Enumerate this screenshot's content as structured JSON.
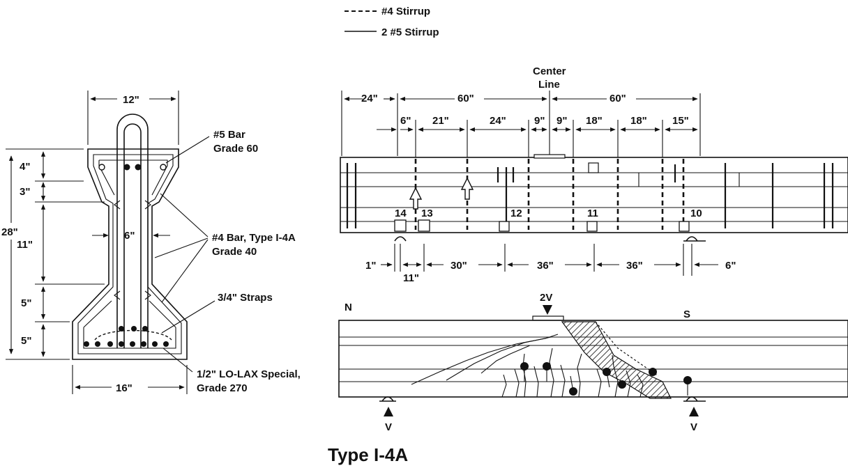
{
  "legend": {
    "dashed": "#4 Stirrup",
    "solid": "2 #5 Stirrup"
  },
  "section": {
    "top_width": "12\"",
    "bottom_width": "16\"",
    "overall_height": "28\"",
    "layer_1": "4\"",
    "layer_2": "3\"",
    "layer_3": "11\"",
    "layer_4": "5\"",
    "layer_5": "5\"",
    "web_width": "6\"",
    "note_bar5_line1": "#5 Bar",
    "note_bar5_line2": "Grade 60",
    "note_bar4_line1": "#4 Bar, Type I-4A",
    "note_bar4_line2": "Grade 40",
    "note_straps": "3/4\" Straps",
    "note_strand_line1": "1/2\" LO-LAX Special,",
    "note_strand_line2": "Grade 270"
  },
  "elevation": {
    "center_line_1": "Center",
    "center_line_2": "Line",
    "dims_top": [
      "24\"",
      "60\"",
      "60\""
    ],
    "dims_stirrup": [
      "6\"",
      "21\"",
      "24\"",
      "9\"",
      "9\"",
      "18\"",
      "18\"",
      "15\""
    ],
    "gauges": [
      "14",
      "13",
      "12",
      "11",
      "10"
    ],
    "dims_bottom": [
      "1\"",
      "30\"",
      "36\"",
      "36\"",
      "6\""
    ],
    "dim_11": "11\""
  },
  "crack_view": {
    "north": "N",
    "south": "S",
    "load": "2V",
    "reaction_left": "V",
    "reaction_right": "V"
  },
  "title": "Type I-4A"
}
